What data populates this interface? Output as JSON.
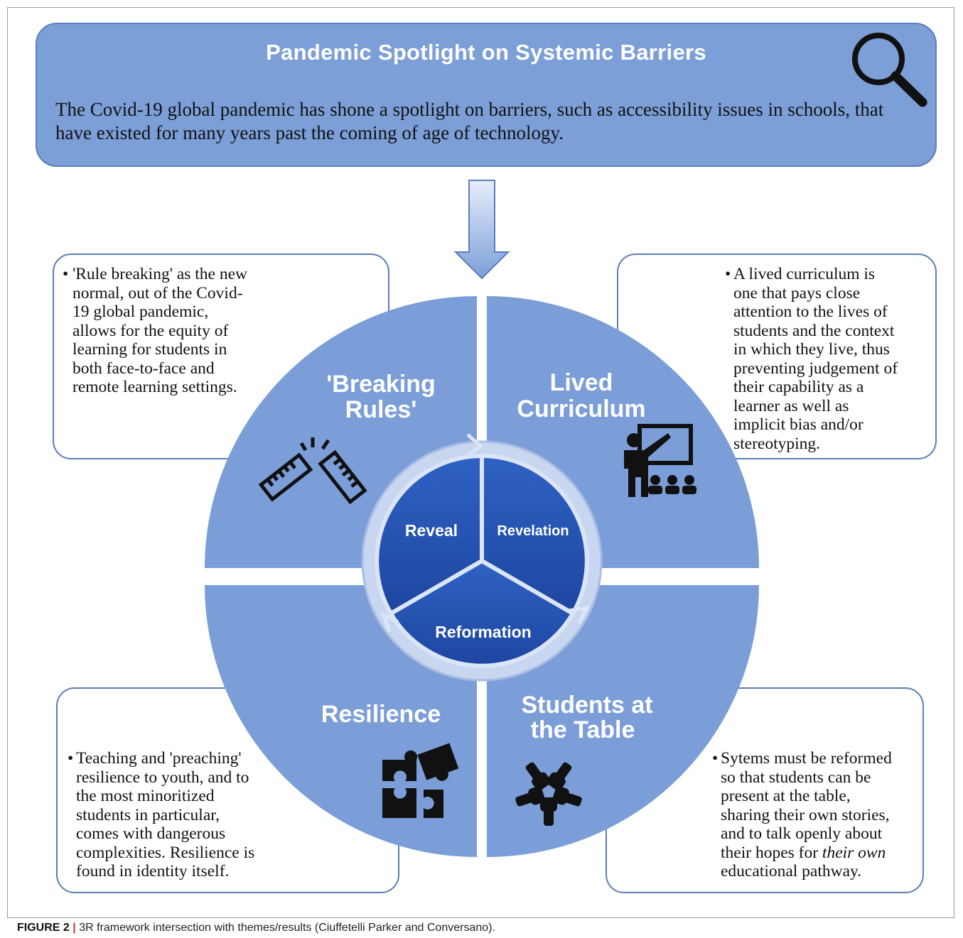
{
  "banner": {
    "title": "Pandemic Spotlight on Systemic Barriers",
    "body": "The Covid-19 global pandemic has shone a spotlight on barriers, such as accessibility issues in schools, that have existed for many years past the coming of age of technology.",
    "icon": "magnifying-glass-icon"
  },
  "quadrants": {
    "top_left": {
      "label_line1": "'Breaking",
      "label_line2": "Rules'",
      "icon": "broken-ruler-icon"
    },
    "top_right": {
      "label_line1": "Lived",
      "label_line2": "Curriculum",
      "icon": "teacher-board-icon"
    },
    "bottom_left": {
      "label": "Resilience",
      "icon": "puzzle-icon"
    },
    "bottom_right": {
      "label_line1": "Students at",
      "label_line2": "the Table",
      "icon": "hands-circle-icon"
    }
  },
  "cycle": {
    "reveal": "Reveal",
    "revelation": "Revelation",
    "reformation": "Reformation"
  },
  "notes": {
    "top_left": [
      "'Rule breaking' as the new",
      "normal, out of the Covid-",
      "19 global pandemic,",
      "allows for the equity of",
      "learning for students in",
      "both face-to-face and",
      "remote learning settings."
    ],
    "top_right": [
      "A lived curriculum is",
      "one that pays close",
      "attention to the lives of",
      "students and the context",
      "in which they live, thus",
      "preventing judgement of",
      "their capability as a",
      "learner as well as",
      "implicit bias and/or",
      "stereotyping."
    ],
    "bottom_left": [
      "Teaching and 'preaching'",
      "resilience to youth, and to",
      "the most minoritized",
      "students in particular,",
      "comes with dangerous",
      "complexities. Resilience is",
      "found in identity itself."
    ],
    "bottom_right": [
      "Sytems must be reformed",
      "so that students can be",
      "present at the table,",
      "sharing their own stories,",
      "and to talk openly about",
      "their hopes for ",
      "their own",
      "educational pathway."
    ]
  },
  "caption": {
    "label": "FIGURE 2",
    "separator": "|",
    "text": "3R framework intersection with themes/results (Ciuffetelli Parker and Conversano)."
  },
  "colors": {
    "banner": "#7c9fd8",
    "quadrant": "#7b9ed9",
    "inner": "#2757b8",
    "border": "#5d7db8"
  }
}
